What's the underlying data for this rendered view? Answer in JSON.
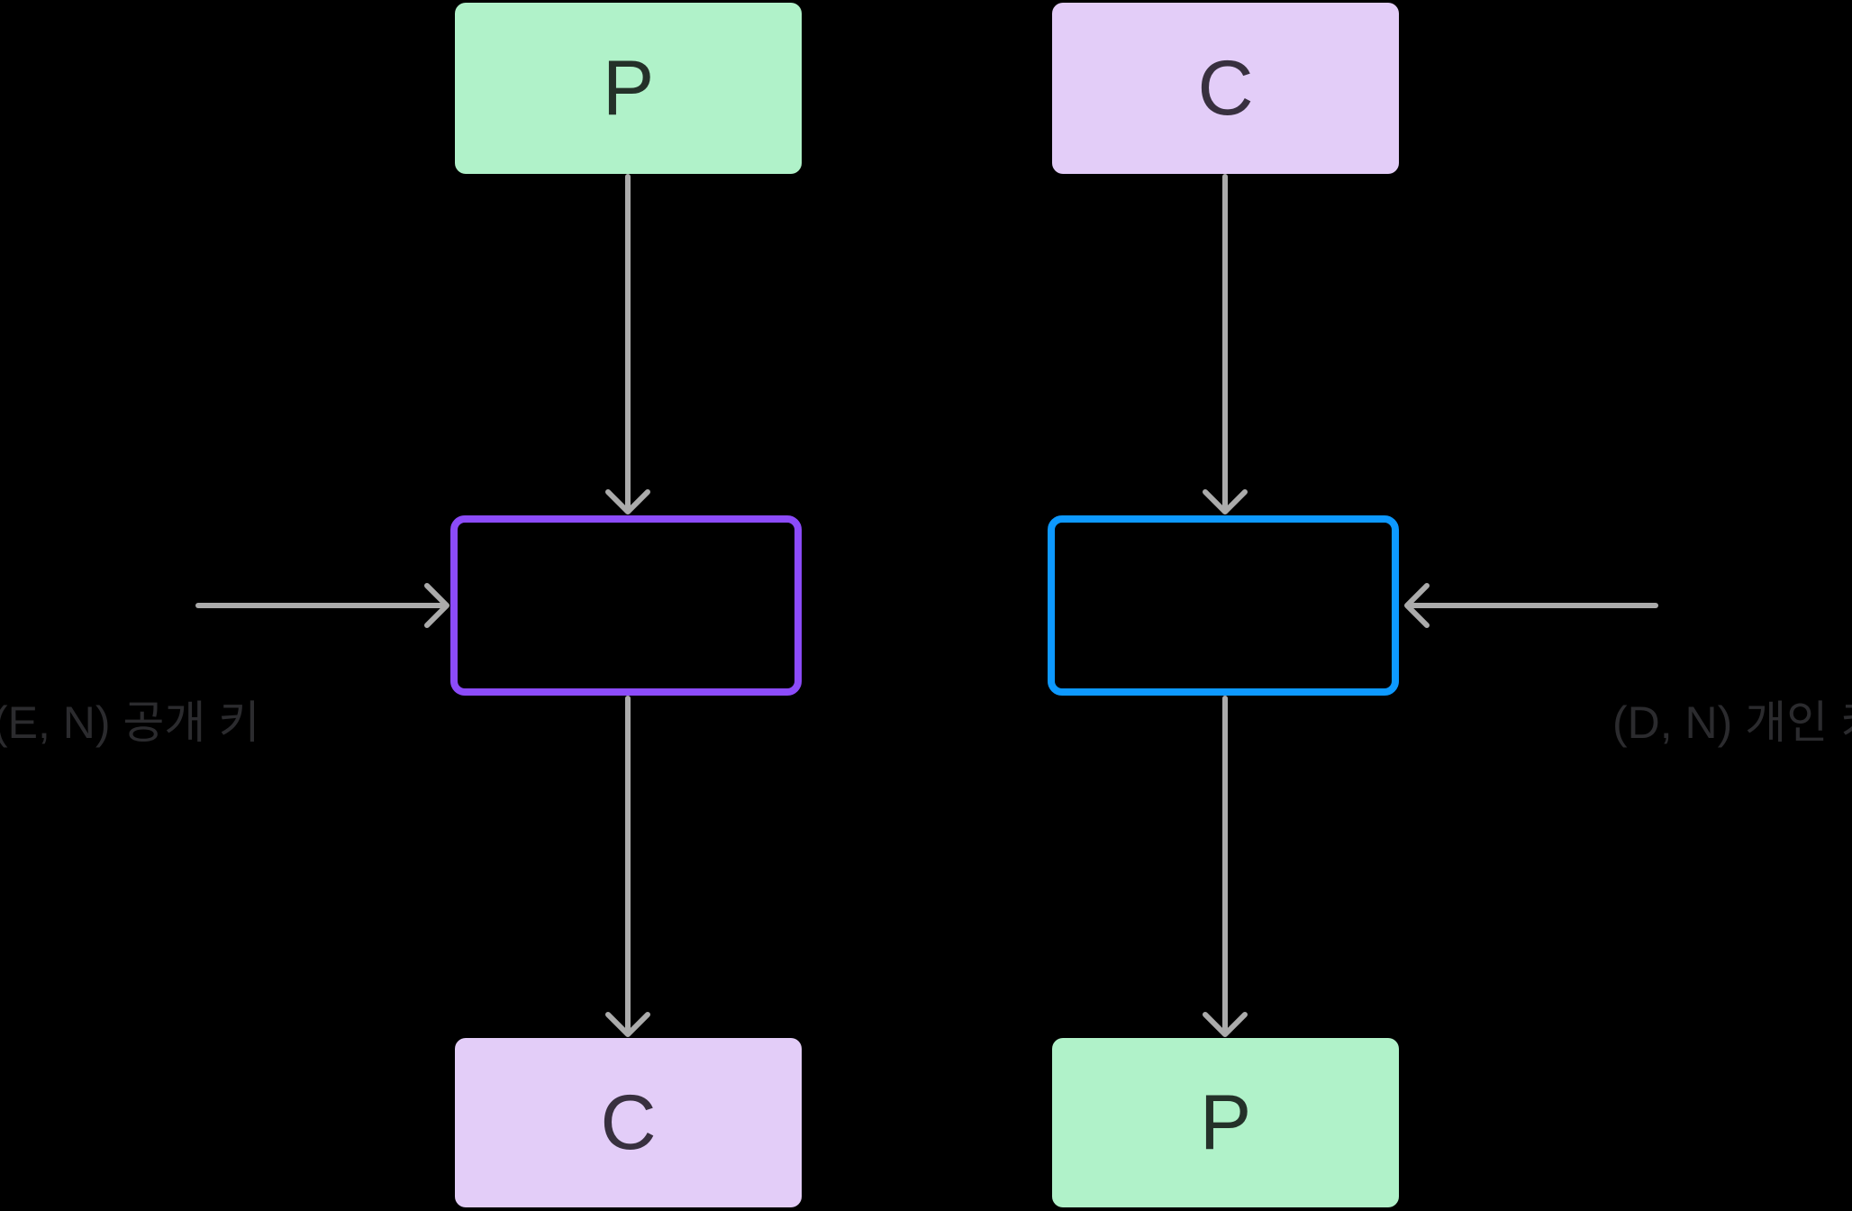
{
  "diagram": {
    "background_color": "#000000",
    "arrow_color": "#ABABAB",
    "key_label_color": "#2B2B2E",
    "flows": [
      {
        "side": "left",
        "input": {
          "label": "P",
          "fill_color": "#B0F2C9",
          "text_color": "#243129"
        },
        "process": {
          "border_color": "#8C4BFA"
        },
        "output": {
          "label": "C",
          "fill_color": "#E3CDF8",
          "text_color": "#38303F"
        },
        "key_label": "(E, N) 공개 키"
      },
      {
        "side": "right",
        "input": {
          "label": "C",
          "fill_color": "#E3CDF8",
          "text_color": "#38303F"
        },
        "process": {
          "border_color": "#0D99FF"
        },
        "output": {
          "label": "P",
          "fill_color": "#B0F2C9",
          "text_color": "#243129"
        },
        "key_label": "(D, N) 개인 키"
      }
    ]
  }
}
